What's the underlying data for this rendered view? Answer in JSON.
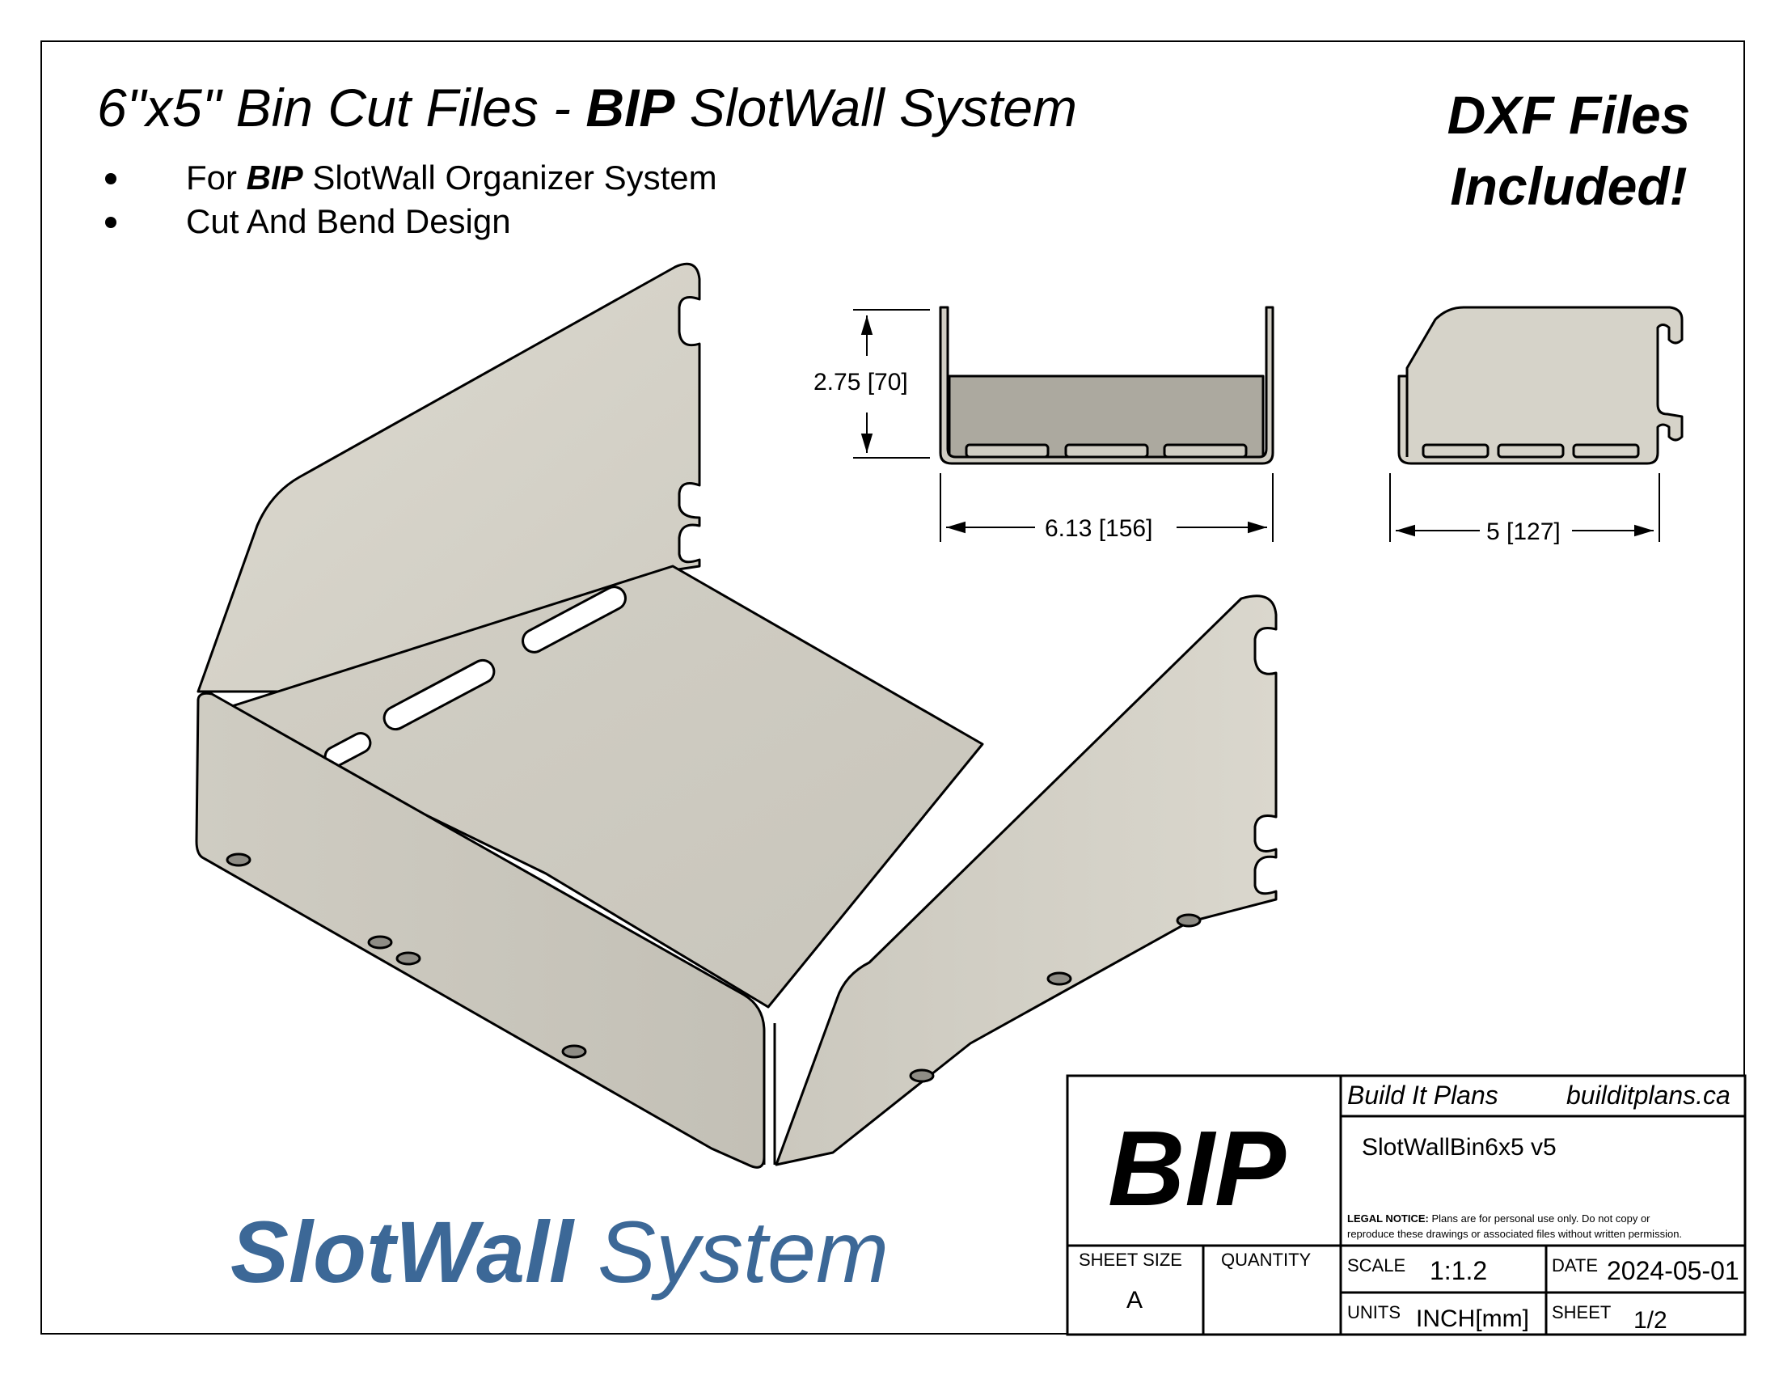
{
  "header": {
    "title_part1": "6\"x5\" Bin Cut Files - ",
    "title_brand": "BIP",
    "title_part2": " SlotWall System",
    "bullets": [
      {
        "prefix": "For ",
        "brand": "BIP",
        "suffix": " SlotWall Organizer System"
      },
      {
        "prefix": "Cut And Bend Design",
        "brand": "",
        "suffix": ""
      }
    ],
    "dxf_line1": "DXF Files",
    "dxf_line2": "Included!"
  },
  "views": {
    "front_height_dim": "2.75 [70]",
    "front_width_dim": "6.13 [156]",
    "side_width_dim": "5 [127]"
  },
  "footer": {
    "slotwall_bold": "SlotWall",
    "slotwall_rest": " System",
    "slotwall_color": "#3c6897"
  },
  "title_block": {
    "logo": "BIP",
    "company": "Build It Plans",
    "website": "builditplans.ca",
    "part_name": "SlotWallBin6x5 v5",
    "legal_label": "LEGAL NOTICE:",
    "legal_text_line1": " Plans are for personal use only. Do not copy or",
    "legal_text_line2": "reproduce these drawings or associated files without written permission.",
    "sheet_size_label": "SHEET SIZE",
    "sheet_size_value": "A",
    "quantity_label": "QUANTITY",
    "scale_label": "SCALE",
    "scale_value": "1:1.2",
    "date_label": "DATE",
    "date_value": "2024-05-01",
    "units_label": "UNITS",
    "units_value": "INCH[mm]",
    "sheet_label": "SHEET",
    "sheet_value": "1/2"
  },
  "colors": {
    "metal_light": "#d8d5cb",
    "metal_mid": "#c9c6bb",
    "metal_dark": "#a9a79e",
    "outline": "#000000"
  }
}
